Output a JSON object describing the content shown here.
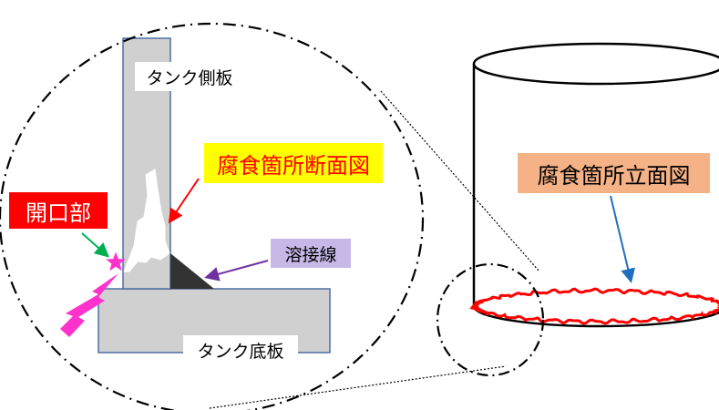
{
  "labels": {
    "side_plate": "タンク側板",
    "bottom_plate": "タンク底板",
    "corrosion_section": "腐食箇所断面図",
    "opening": "開口部",
    "weld_line": "溶接線",
    "corrosion_elevation": "腐食箇所立面図"
  },
  "colors": {
    "plate_fill": "#d0d0d0",
    "plate_stroke": "#4f6fa0",
    "section_bg": "#ffff00",
    "section_text": "#ff0000",
    "opening_bg": "#ff0000",
    "opening_text": "#ffffff",
    "weld_bg": "#c7b8e8",
    "elevation_bg": "#f6b287",
    "corrosion_ring": "#ff0000",
    "arrow_red": "#ff0000",
    "arrow_green": "#00b050",
    "arrow_purple": "#7030a0",
    "arrow_blue": "#1f6fc0",
    "leak_magenta": "#ff33cc",
    "weld_fill": "#333333"
  },
  "icons": [
    "star-icon",
    "lightning-icon"
  ]
}
